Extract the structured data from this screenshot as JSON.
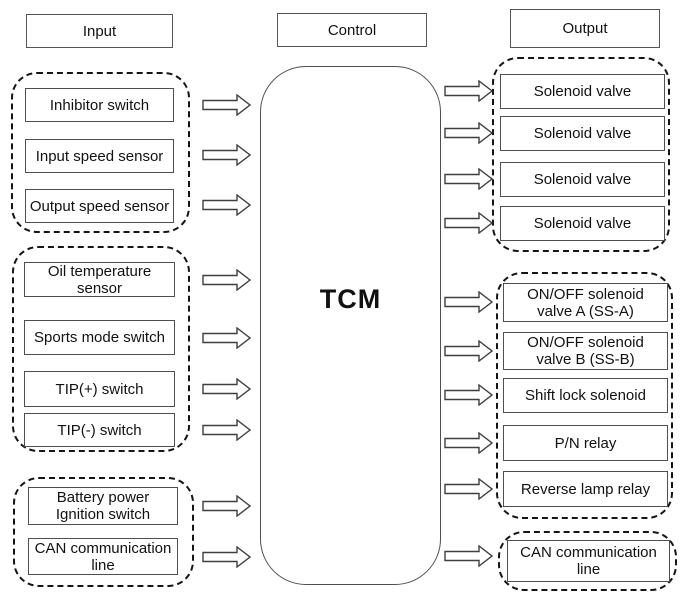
{
  "headers": {
    "input": "Input",
    "control": "Control",
    "output": "Output"
  },
  "control": {
    "tcm_label": "TCM"
  },
  "inputs": {
    "sensors": [
      "Inhibitor switch",
      "Input speed sensor",
      "Output speed sensor"
    ],
    "switches": [
      "Oil temperature sensor",
      "Sports mode switch",
      "TIP(+) switch",
      "TIP(-) switch"
    ],
    "power": [
      "Battery power\nIgnition switch",
      "CAN communication\nline"
    ]
  },
  "outputs": {
    "solenoids": [
      "Solenoid valve",
      "Solenoid valve",
      "Solenoid valve",
      "Solenoid valve"
    ],
    "actuators": [
      "ON/OFF solenoid\nvalve A (SS-A)",
      "ON/OFF solenoid\nvalve B (SS-B)",
      "Shift lock solenoid",
      "P/N relay",
      "Reverse lamp relay"
    ],
    "can": [
      "CAN communication line"
    ]
  },
  "colors": {
    "background": "#ffffff",
    "box_border": "#4f4f4f",
    "dashed_border": "#151515",
    "text": "#111111"
  }
}
